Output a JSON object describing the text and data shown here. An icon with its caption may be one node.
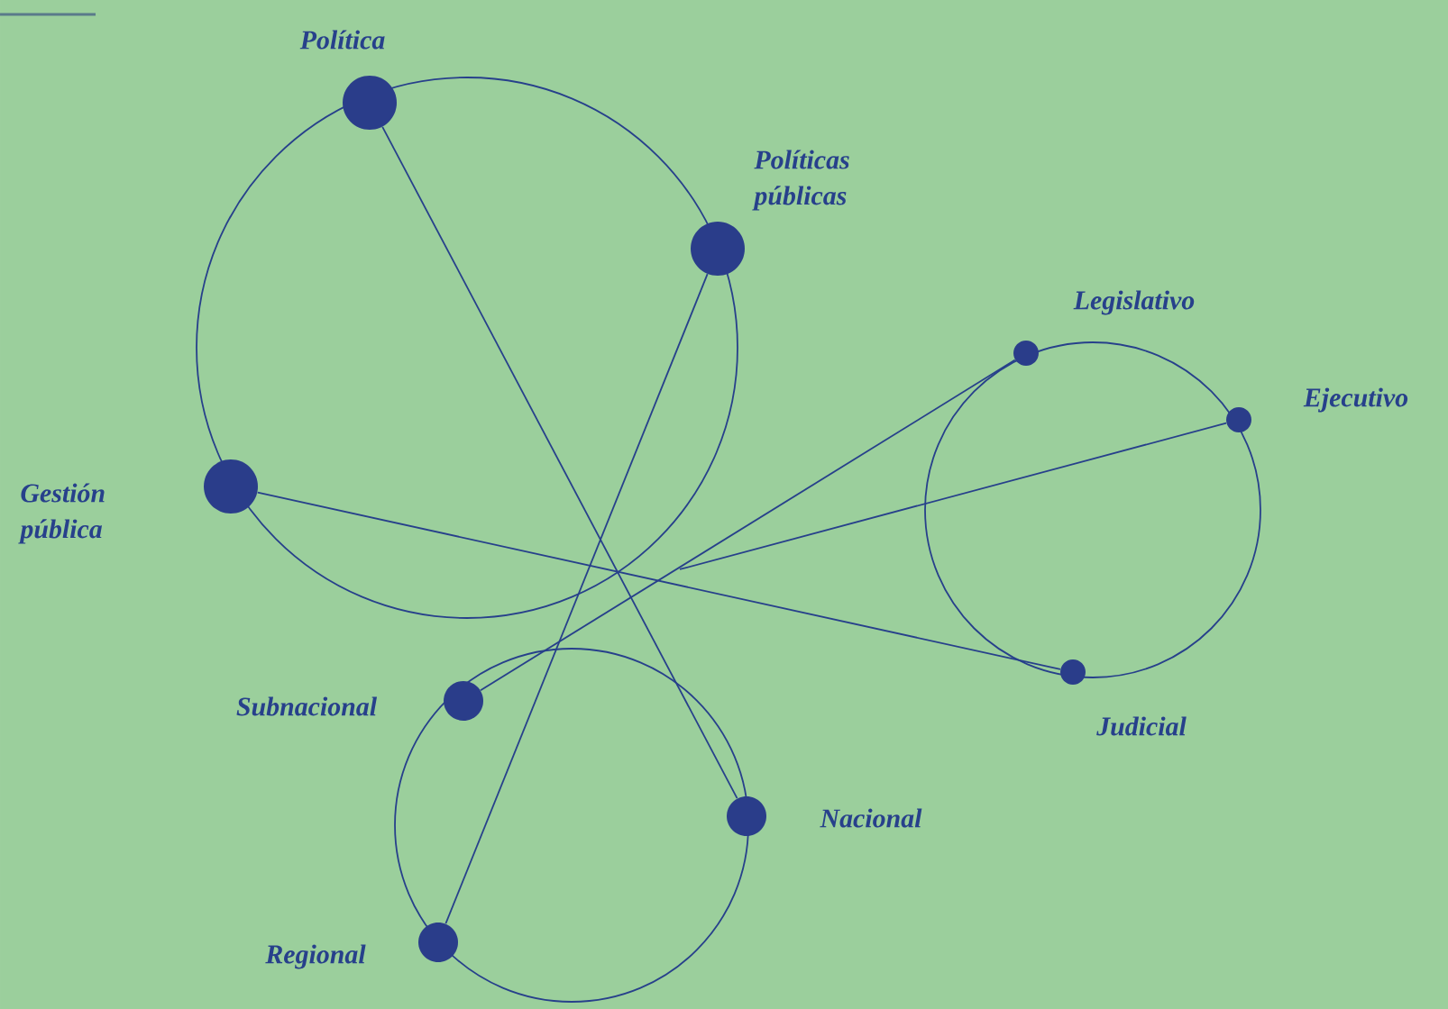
{
  "diagram": {
    "nodes": [
      {
        "text": [],
        "shape": "circle",
        "beside": [
          "Política"
        ]
      },
      {
        "text": [],
        "shape": "circle",
        "beside": [
          "Políticas públicas"
        ]
      },
      {
        "text": [],
        "shape": "circle",
        "beside": [
          "Legislativo"
        ]
      },
      {
        "text": [],
        "shape": "circle",
        "beside": [
          "Ejecutivo"
        ]
      },
      {
        "text": [],
        "shape": "circle",
        "beside": [
          "Gestión pública"
        ]
      },
      {
        "text": [],
        "shape": "circle",
        "beside": [
          "Judicial"
        ]
      },
      {
        "text": [],
        "shape": "circle",
        "beside": [
          "Subnacional"
        ]
      },
      {
        "text": [],
        "shape": "circle",
        "beside": [
          "Nacional"
        ]
      },
      {
        "text": [],
        "shape": "circle",
        "beside": [
          "Regional"
        ]
      }
    ],
    "edges": [
      {
        "from": 0,
        "to": 7,
        "arrow": "none"
      },
      {
        "from": 1,
        "to": 8,
        "arrow": "none"
      },
      {
        "from": 4,
        "to": 5,
        "arrow": "none"
      },
      {
        "from": 6,
        "to": 2,
        "arrow": "none"
      },
      {
        "from": 3,
        "to": null,
        "arrow": "none"
      }
    ]
  }
}
